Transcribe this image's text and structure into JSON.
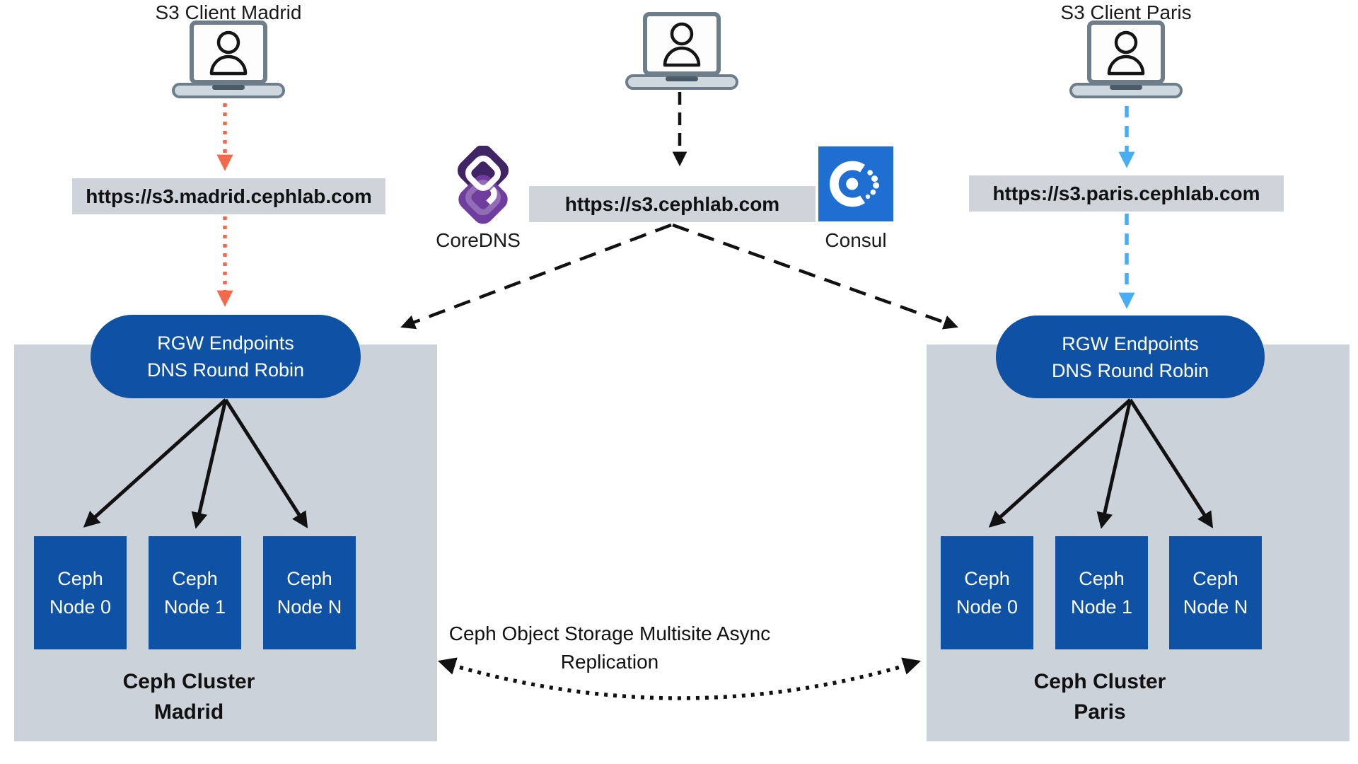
{
  "diagram": {
    "clients": {
      "madrid": {
        "title": "S3 Client Madrid"
      },
      "paris": {
        "title": "S3 Client Paris"
      }
    },
    "endpoints": {
      "madrid_url": "https://s3.madrid.cephlab.com",
      "central_url": "https://s3.cephlab.com",
      "paris_url": "https://s3.paris.cephlab.com"
    },
    "dns_services": {
      "coredns_label": "CoreDNS",
      "consul_label": "Consul"
    },
    "clusters": {
      "madrid": {
        "rgw_line1": "RGW Endpoints",
        "rgw_line2": "DNS Round Robin",
        "nodes": [
          "Ceph Node 0",
          "Ceph Node 1",
          "Ceph Node N"
        ],
        "name_line1": "Ceph Cluster",
        "name_line2": "Madrid"
      },
      "paris": {
        "rgw_line1": "RGW Endpoints",
        "rgw_line2": "DNS Round Robin",
        "nodes": [
          "Ceph Node 0",
          "Ceph Node 1",
          "Ceph Node N"
        ],
        "name_line1": "Ceph Cluster",
        "name_line2": "Paris"
      }
    },
    "replication": {
      "line1": "Ceph Object Storage Multisite Async",
      "line2": "Replication"
    },
    "icons": {
      "client": "laptop-user-icon",
      "dns": "coredns-link-icon",
      "service_discovery": "consul-icon"
    },
    "colors": {
      "primary_blue": "#0f51a5",
      "cluster_gray": "#ccd2d9",
      "label_gray": "#ced4da",
      "madrid_arrow_orange": "#f4694b",
      "paris_arrow_blue": "#47aef4",
      "arrow_black": "#111111",
      "coredns_purple": "#52307c",
      "consul_blue": "#1e6fd1"
    }
  }
}
